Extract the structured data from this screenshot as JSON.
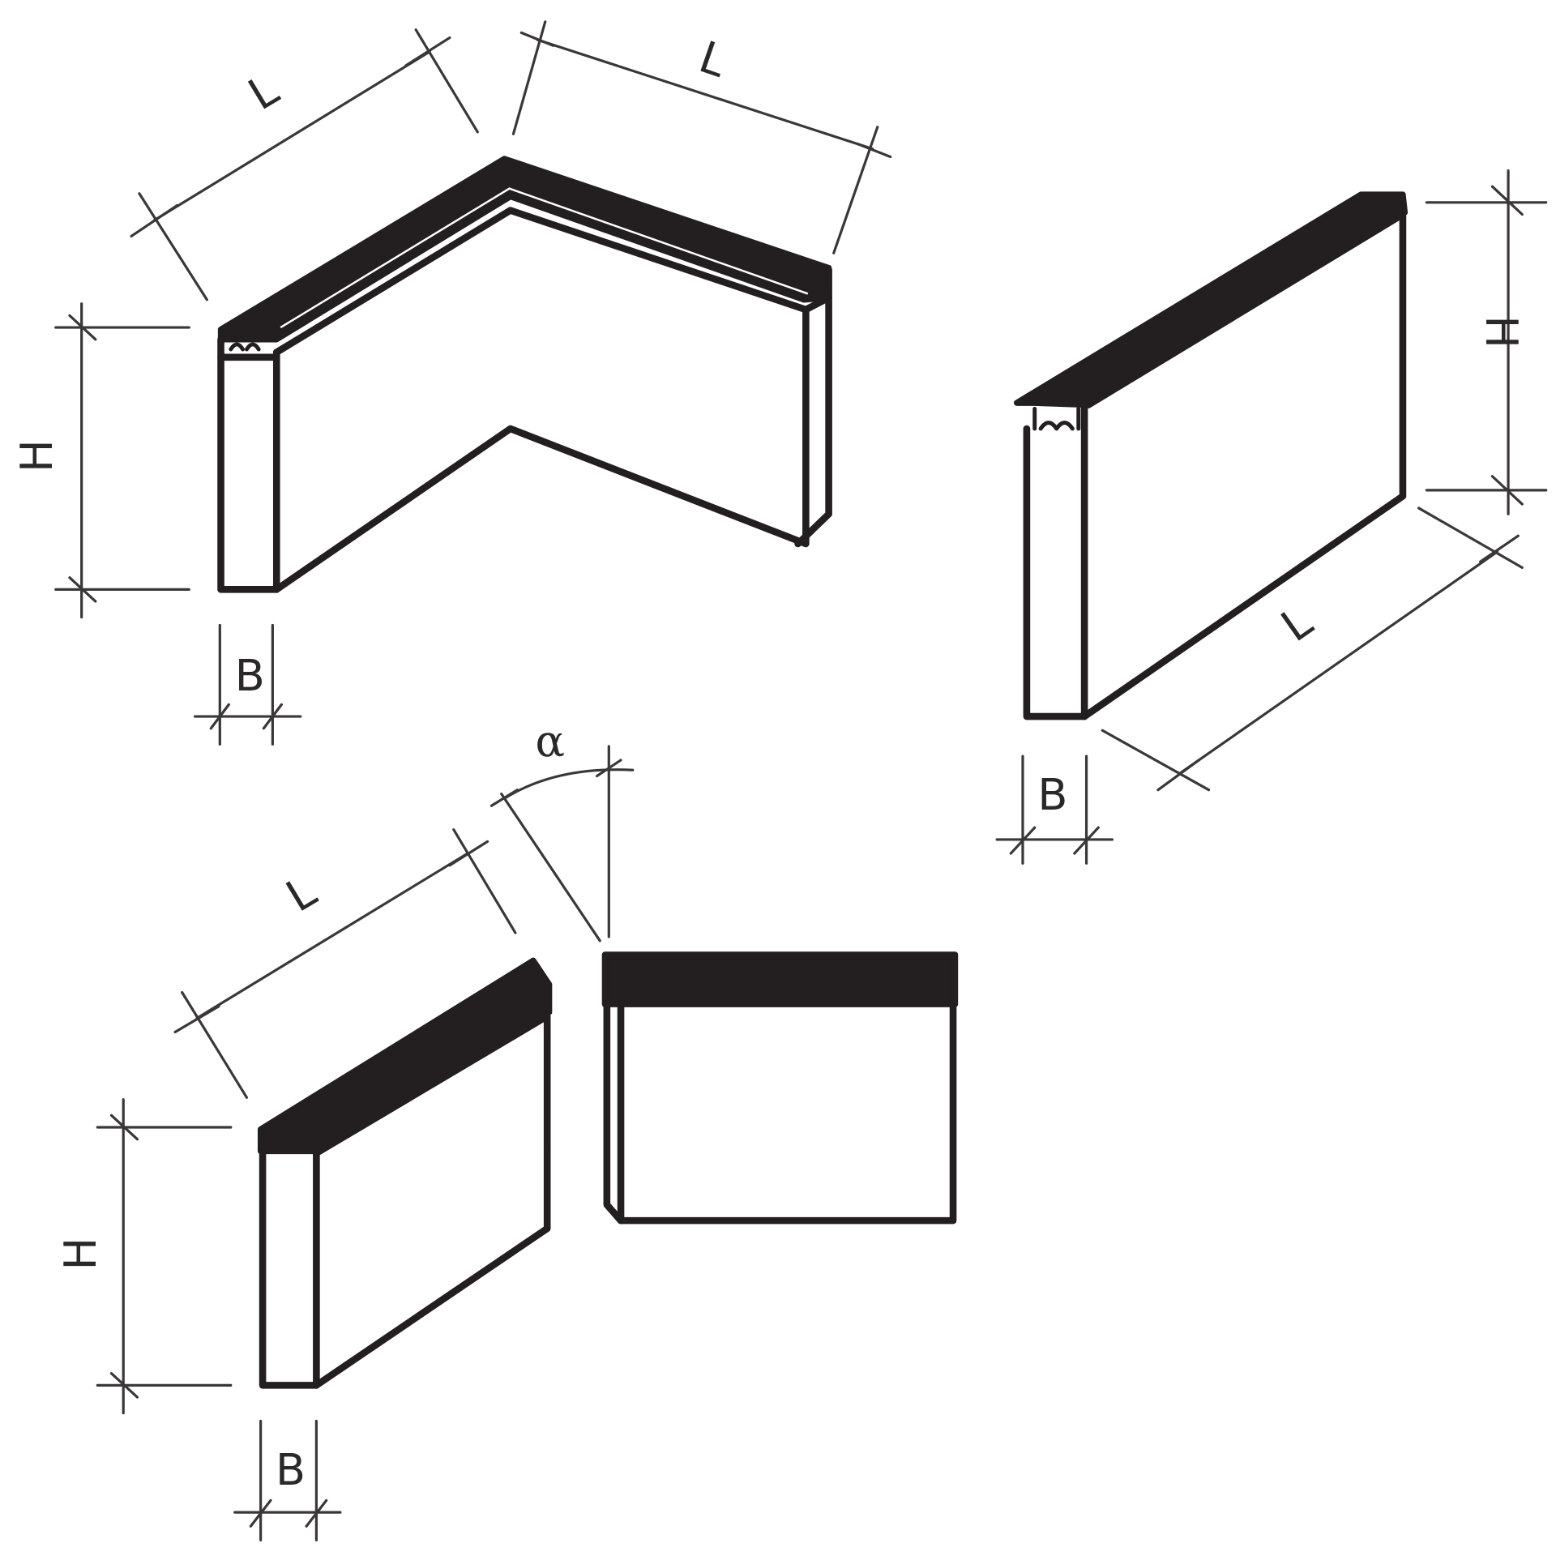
{
  "diagram": {
    "title": "Kerbstone / wall element dimension drawings",
    "figures": [
      {
        "id": "corner-element",
        "description": "L-shaped corner element, two legs of length L",
        "labels": {
          "length_1": "L",
          "length_2": "L",
          "height": "H",
          "width": "B"
        }
      },
      {
        "id": "straight-element",
        "description": "Straight element",
        "labels": {
          "length": "L",
          "height": "H",
          "width": "B"
        }
      },
      {
        "id": "angled-element",
        "description": "Element with angle α, shown in two views",
        "labels": {
          "length": "L",
          "height": "H",
          "width": "B",
          "angle": "α"
        }
      }
    ],
    "colors": {
      "stroke": "#231f20",
      "dimension": "#3a3738",
      "background": "#ffffff"
    }
  }
}
